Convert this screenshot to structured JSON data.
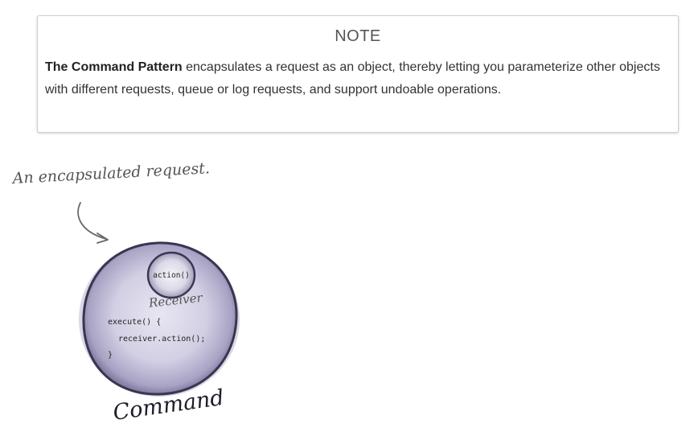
{
  "note": {
    "title": "NOTE",
    "term": "The Command Pattern",
    "definition": " encapsulates a request as an object, thereby letting you parameterize other objects with different requests, queue or log requests, and support undoable operations."
  },
  "diagram": {
    "annotation": "An encapsulated request.",
    "receiver_method": "action()",
    "receiver_label": "Receiver",
    "code_line_1": "execute() {",
    "code_line_2": "receiver.action();",
    "code_line_3": "}",
    "command_label": "Command",
    "colors": {
      "outer_fill": "#8c86a8",
      "inner_fill": "#c9c4dc",
      "outline": "#2f2b3d"
    }
  }
}
